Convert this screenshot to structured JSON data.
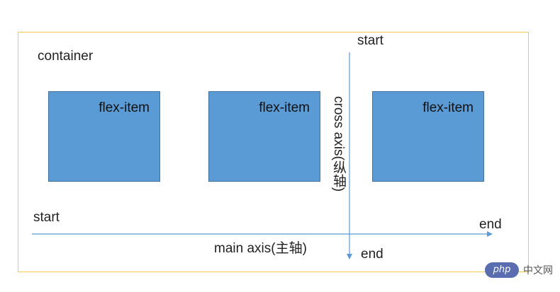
{
  "container": {
    "label": "container"
  },
  "items": [
    {
      "label": "flex-item"
    },
    {
      "label": "flex-item"
    },
    {
      "label": "flex-item"
    }
  ],
  "main_axis": {
    "label": "main axis(主轴)",
    "start": "start",
    "end": "end"
  },
  "cross_axis": {
    "label": "cross axis(纵轴)",
    "start": "start",
    "end": "end"
  },
  "watermark": {
    "logo": "php",
    "text": "中文网"
  },
  "colors": {
    "frame": "#f2c94c",
    "item_fill": "#5b9bd5",
    "axis": "#5b9bd5"
  }
}
